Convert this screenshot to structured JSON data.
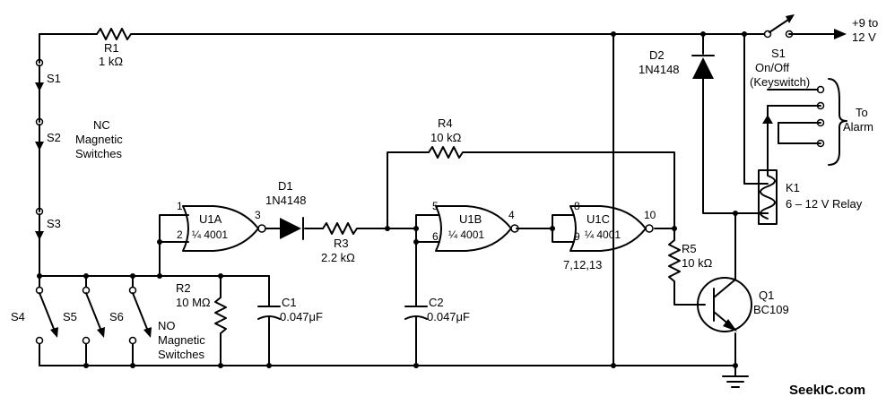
{
  "power": {
    "label1": "+9 to",
    "label2": "12 V"
  },
  "s1": {
    "name": "S1",
    "desc1": "On/Off",
    "desc2": "(Keyswitch)"
  },
  "r1": {
    "name": "R1",
    "value": "1 kΩ"
  },
  "nc": {
    "s1": "S1",
    "s2": "S2",
    "s3": "S3",
    "label1": "NC",
    "label2": "Magnetic",
    "label3": "Switches"
  },
  "no": {
    "s4": "S4",
    "s5": "S5",
    "s6": "S6",
    "label1": "NO",
    "label2": "Magnetic",
    "label3": "Switches"
  },
  "r2": {
    "name": "R2",
    "value": "10 MΩ"
  },
  "c1": {
    "name": "C1",
    "value": "0.047μF"
  },
  "u1a": {
    "name": "U1A",
    "part": "¼ 4001",
    "pin1": "1",
    "pin2": "2",
    "pin3": "3"
  },
  "d1": {
    "name": "D1",
    "part": "1N4148"
  },
  "r3": {
    "name": "R3",
    "value": "2.2 kΩ"
  },
  "r4": {
    "name": "R4",
    "value": "10 kΩ"
  },
  "u1b": {
    "name": "U1B",
    "part": "¼ 4001",
    "pin5": "5",
    "pin6": "6",
    "pin4": "4"
  },
  "c2": {
    "name": "C2",
    "value": "0.047μF"
  },
  "u1c": {
    "name": "U1C",
    "part": "¼ 4001",
    "pin8": "8",
    "pin9": "9",
    "pin10": "10",
    "pins": "7,12,13"
  },
  "r5": {
    "name": "R5",
    "value": "10 kΩ"
  },
  "q1": {
    "name": "Q1",
    "part": "BC109"
  },
  "d2": {
    "name": "D2",
    "part": "1N4148"
  },
  "k1": {
    "name": "K1",
    "desc": "6 – 12 V Relay"
  },
  "alarm": {
    "label1": "To",
    "label2": "Alarm"
  },
  "watermark": "SeekIC.com"
}
